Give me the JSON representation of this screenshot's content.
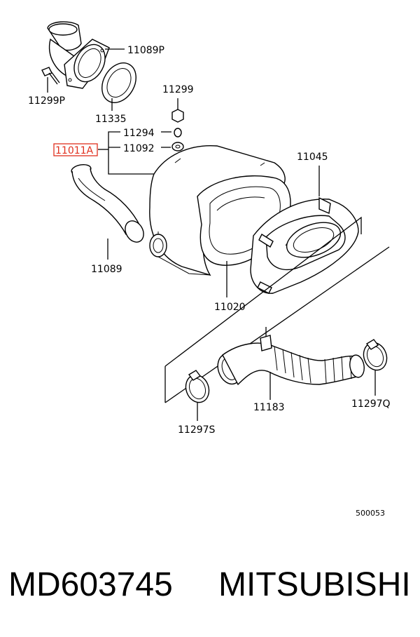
{
  "labels": {
    "p11089P": "11089P",
    "p11299P": "11299P",
    "p11335": "11335",
    "p11299": "11299",
    "p11294": "11294",
    "p11092": "11092",
    "p11011A": "11011A",
    "p11045": "11045",
    "p11089": "11089",
    "p11020": "11020",
    "p11183": "11183",
    "p11297Q": "11297Q",
    "p11297S": "11297S",
    "drawing_no": "500053"
  },
  "footer": {
    "part_number": "MD603745",
    "brand": "MITSUBISHI"
  },
  "colors": {
    "highlight": "#e0301e",
    "line": "#000000"
  }
}
